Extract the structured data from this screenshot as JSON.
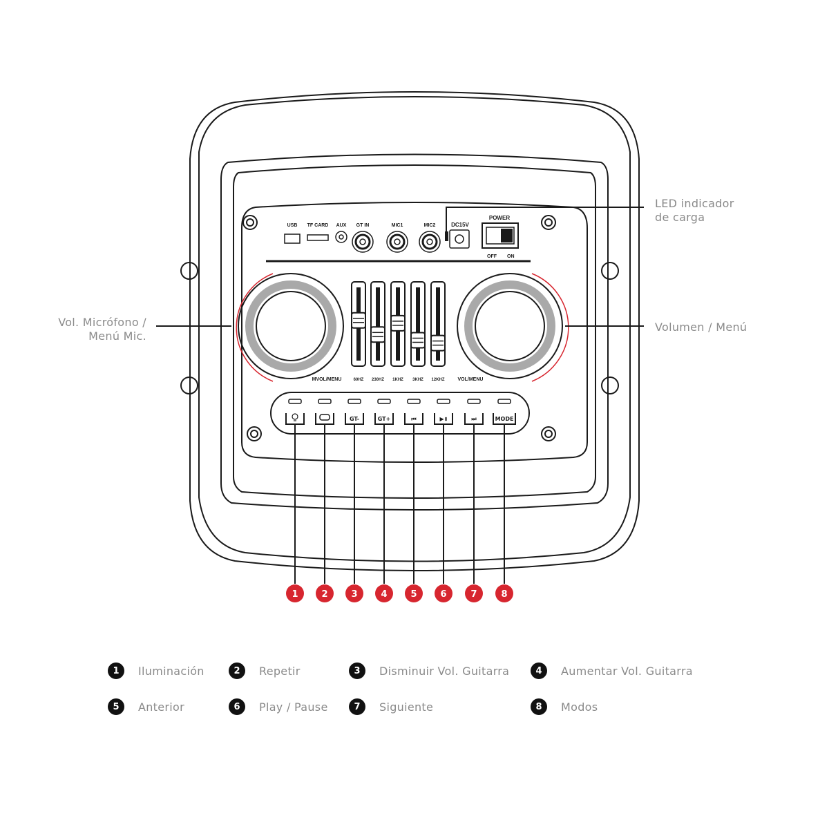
{
  "callouts": {
    "mic": [
      "Vol. Micrófono /",
      "Menú Mic."
    ],
    "volume": [
      "Volumen / Menú"
    ],
    "led": [
      "LED indicador",
      "de carga"
    ]
  },
  "panel": {
    "ports": [
      {
        "label": "USB",
        "icon": "usb-port-icon"
      },
      {
        "label": "TF CARD",
        "icon": "tf-card-slot-icon"
      },
      {
        "label": "AUX",
        "icon": "aux-jack-icon"
      },
      {
        "label": "GT IN",
        "icon": "guitar-jack-icon"
      },
      {
        "label": "MIC1",
        "icon": "mic-jack-icon"
      },
      {
        "label": "MIC2",
        "icon": "mic-jack-icon"
      }
    ],
    "dc_label": "DC15V",
    "power_label": "POWER",
    "off_label": "OFF",
    "on_label": "ON",
    "eq_labels": [
      "60HZ",
      "230HZ",
      "1KHZ",
      "3KHZ",
      "12KHZ"
    ],
    "eq_levels": [
      0.6,
      0.35,
      0.55,
      0.25,
      0.2
    ],
    "knob_left_label": "MVOL/MENU",
    "knob_right_label": "VOL/MENU",
    "buttons": [
      {
        "icon": "light-bulb-icon",
        "text": ""
      },
      {
        "icon": "repeat-icon",
        "text": ""
      },
      {
        "icon": "",
        "text": "GT-"
      },
      {
        "icon": "",
        "text": "GT+"
      },
      {
        "icon": "previous-icon",
        "text": "⏮"
      },
      {
        "icon": "play-pause-icon",
        "text": "▶॥"
      },
      {
        "icon": "next-icon",
        "text": "⏭"
      },
      {
        "icon": "",
        "text": "MODE"
      }
    ]
  },
  "markers": [
    "1",
    "2",
    "3",
    "4",
    "5",
    "6",
    "7",
    "8"
  ],
  "legend": [
    {
      "num": "1",
      "text": "Iluminación"
    },
    {
      "num": "2",
      "text": "Repetir"
    },
    {
      "num": "3",
      "text": "Disminuir Vol. Guitarra"
    },
    {
      "num": "4",
      "text": "Aumentar Vol. Guitarra"
    },
    {
      "num": "5",
      "text": "Anterior"
    },
    {
      "num": "6",
      "text": "Play / Pause"
    },
    {
      "num": "7",
      "text": "Siguiente"
    },
    {
      "num": "8",
      "text": "Modos"
    }
  ],
  "colors": {
    "accent": "#d7262f",
    "line": "#1a1a1a",
    "text": "#8a8a8a",
    "knob_ring": "#a9a9a9"
  }
}
